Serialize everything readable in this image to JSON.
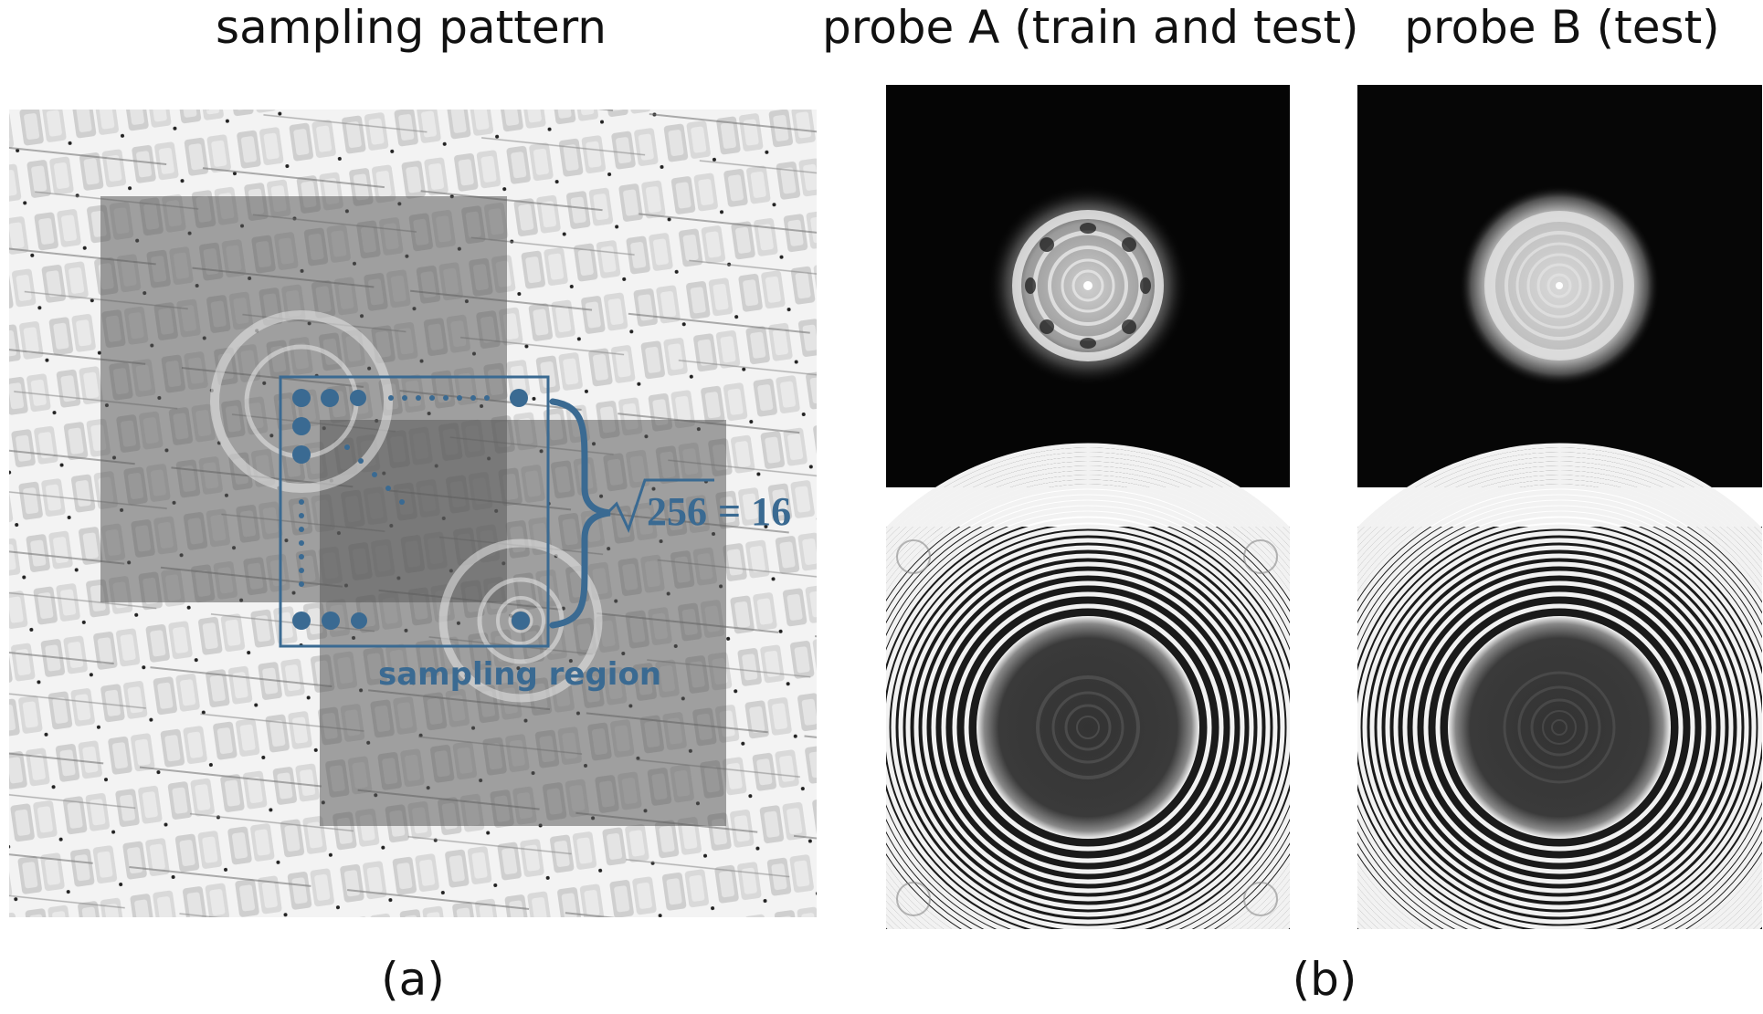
{
  "panel_a": {
    "title": "sampling pattern",
    "caption": "(a)",
    "region_label": "sampling region",
    "formula": {
      "radicand": "256",
      "result": "= 16"
    },
    "accent": "#3a6a92"
  },
  "panel_b": {
    "caption": "(b)",
    "probes": [
      {
        "title": "probe A (train and test)"
      },
      {
        "title": "probe B (test)"
      }
    ]
  }
}
